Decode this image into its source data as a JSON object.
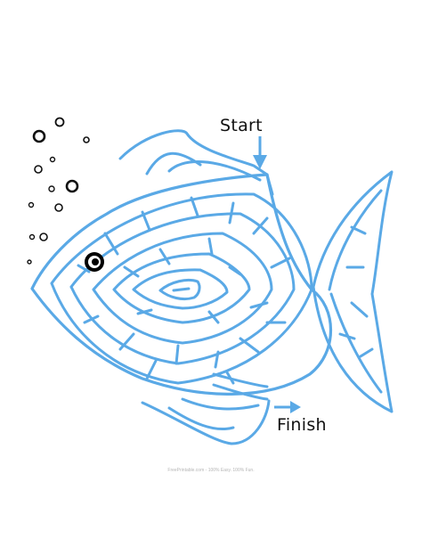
{
  "puzzle": {
    "start_label": "Start",
    "finish_label": "Finish",
    "footer_text": "FreePrintable.com - 100% Easy. 100% Fun."
  },
  "colors": {
    "maze_walls": "#5aa9e6",
    "arrows": "#5aa9e6",
    "eye": "#000000",
    "bubbles": "#111111",
    "background": "#ffffff"
  },
  "icons": {
    "start_arrow": "arrow-down-icon",
    "finish_arrow": "arrow-right-icon",
    "eye": "fish-eye-icon"
  }
}
